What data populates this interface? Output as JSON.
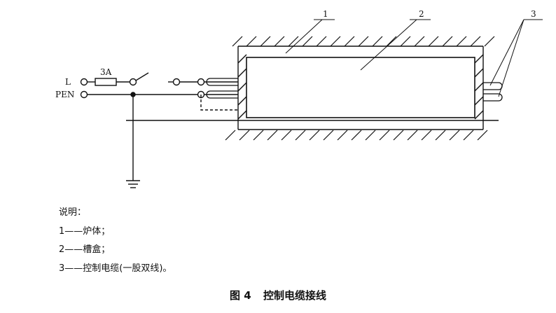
{
  "figure": {
    "callouts": [
      "1",
      "2",
      "3"
    ],
    "terminals": {
      "line": "L",
      "neutral": "PEN"
    },
    "fuse_rating": "3A"
  },
  "legend": {
    "title": "说明：",
    "items": [
      "1——炉体；",
      "2——槽盒；",
      "3——控制电缆(一股双线)。"
    ]
  },
  "caption": {
    "number": "图 4",
    "title": "控制电缆接线"
  }
}
